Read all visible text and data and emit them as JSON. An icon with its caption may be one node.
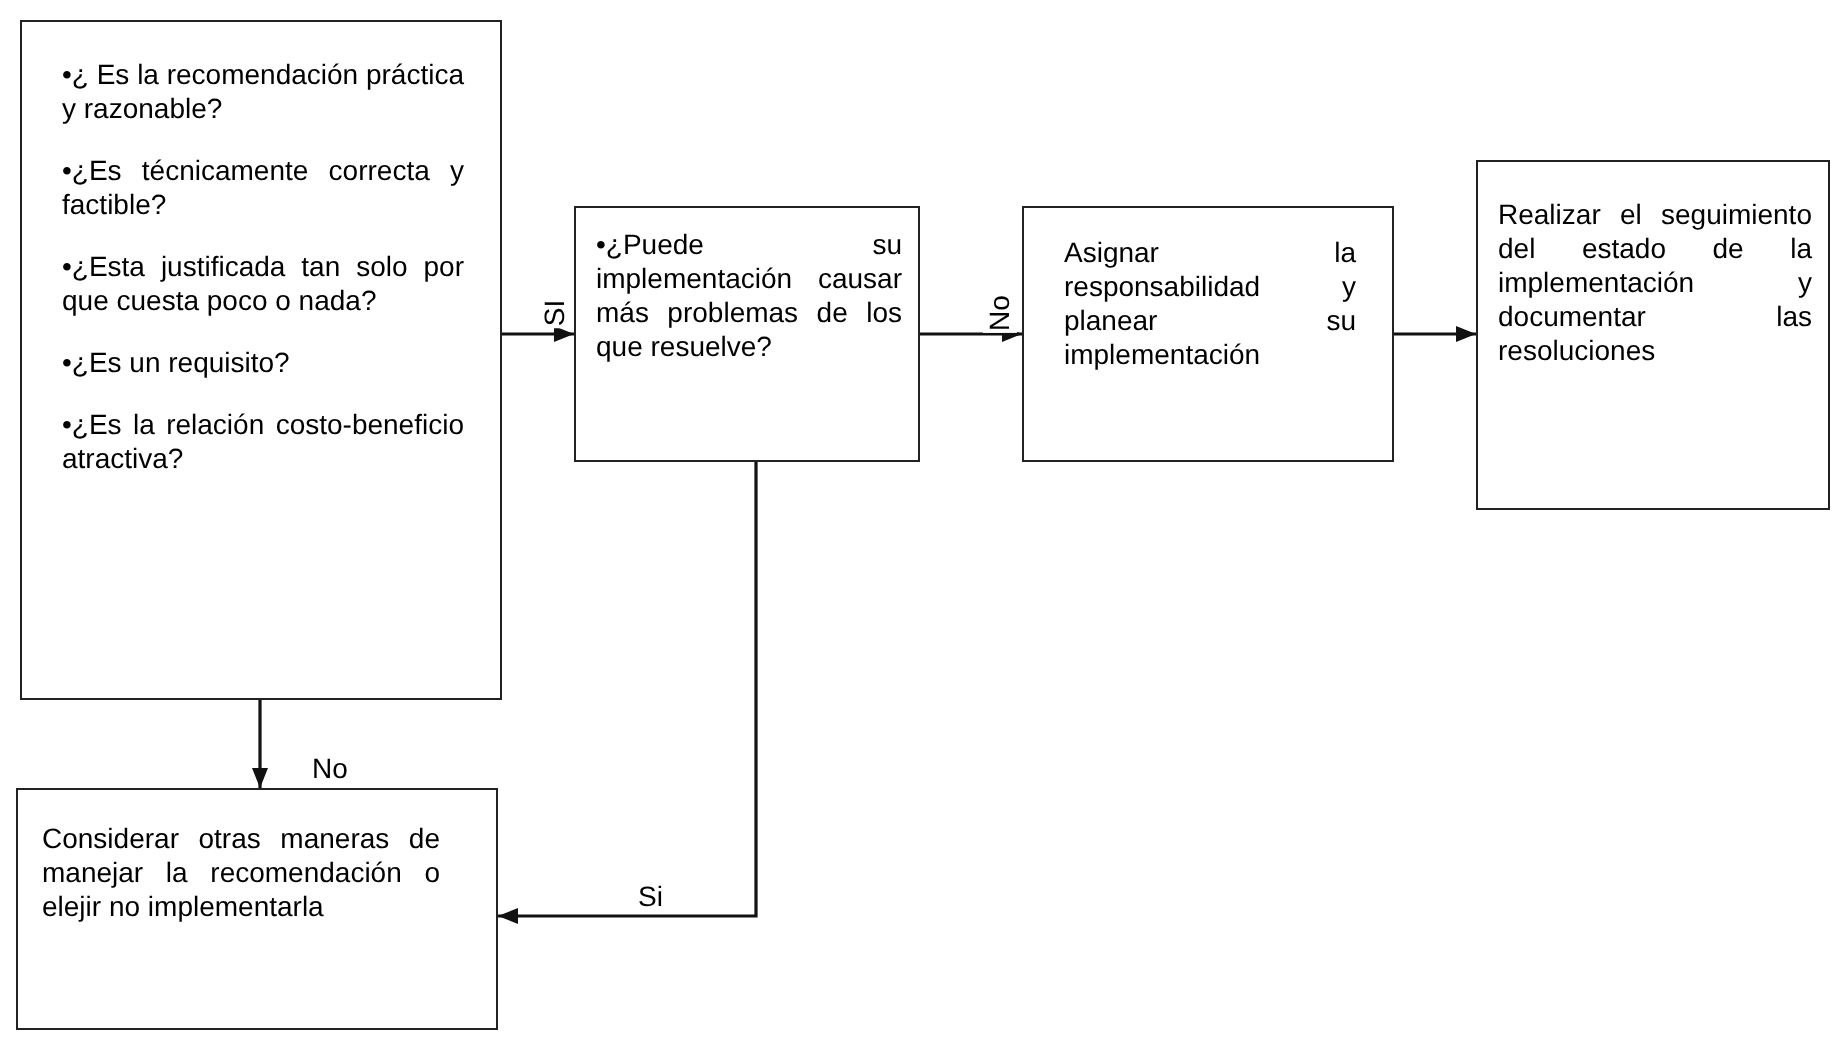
{
  "diagram": {
    "nodes": [
      {
        "text": [
          "•¿ Es la recomendación práctica y razonable?",
          "•¿Es técnicamente correcta y factible?",
          "•¿Esta justificada tan solo por que cuesta poco o nada?",
          "•¿Es un requisito?",
          "•¿Es la relación costo-beneficio atractiva?"
        ]
      },
      {
        "text": [
          "•¿Puede su implementación causar más problemas de los que resuelve?"
        ]
      },
      {
        "text": [
          "Asignar la responsabilidad y planear su implementación"
        ]
      },
      {
        "text": [
          "Realizar el seguimiento del estado de la implementación y documentar las resoluciones"
        ]
      },
      {
        "text": [
          "Considerar otras maneras de manejar la recomendación o elejir no implementarla"
        ]
      }
    ],
    "edges": [
      {
        "from": 0,
        "to": 1,
        "arrow": "to",
        "label": "SI"
      },
      {
        "from": 1,
        "to": 2,
        "arrow": "to",
        "label": "No"
      },
      {
        "from": 2,
        "to": 3,
        "arrow": "to"
      },
      {
        "from": 0,
        "to": 4,
        "arrow": "to",
        "label": "No"
      },
      {
        "from": 1,
        "to": 4,
        "arrow": "to",
        "label": "Si"
      }
    ]
  }
}
